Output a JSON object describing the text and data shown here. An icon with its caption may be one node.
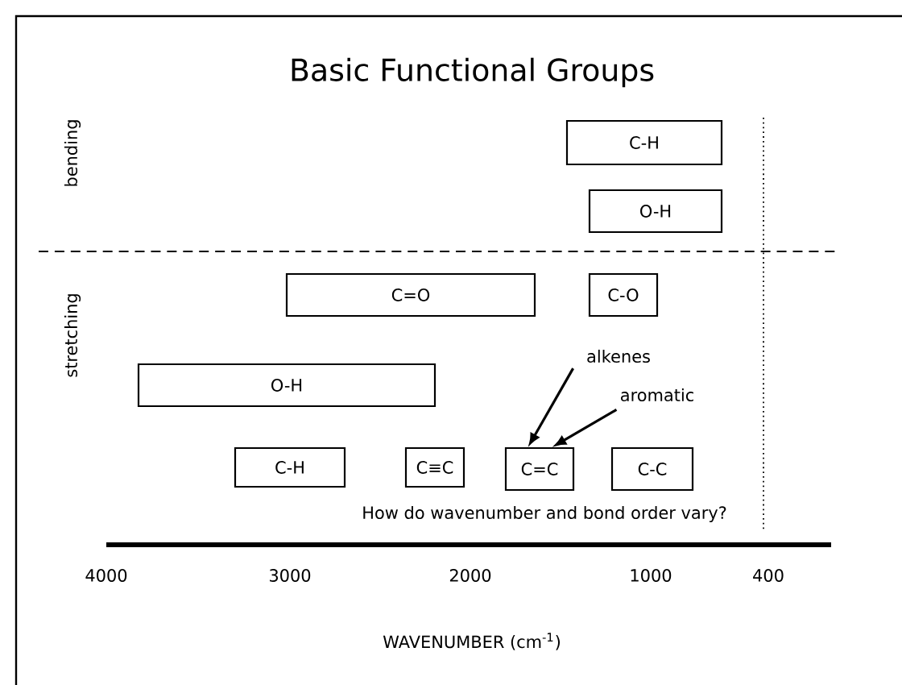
{
  "diagram": {
    "title": "Basic Functional Groups",
    "nodes": [
      {
        "text": [
          "C-H"
        ]
      },
      {
        "text": [
          "O-H"
        ]
      },
      {
        "text": [
          "C=O"
        ]
      },
      {
        "text": [
          "C-O"
        ]
      },
      {
        "text": [
          "alkenes"
        ]
      },
      {
        "text": [
          "O-H"
        ]
      },
      {
        "text": [
          "aromatic"
        ]
      },
      {
        "text": [
          "C-H"
        ]
      },
      {
        "text": [
          "C≡C"
        ]
      },
      {
        "text": [
          "C=C"
        ]
      },
      {
        "text": [
          "C-C"
        ]
      }
    ],
    "edges": [
      {
        "from": 4,
        "to": 9,
        "arrow": "to"
      },
      {
        "from": 6,
        "to": 9,
        "arrow": "to"
      }
    ],
    "labels": [
      "bending",
      "stretching",
      "How do wavenumber and bond order vary?",
      "4000",
      "3000",
      "2000",
      "1000",
      "400",
      "WAVENUMBER (cm$^{-1}$)"
    ]
  }
}
